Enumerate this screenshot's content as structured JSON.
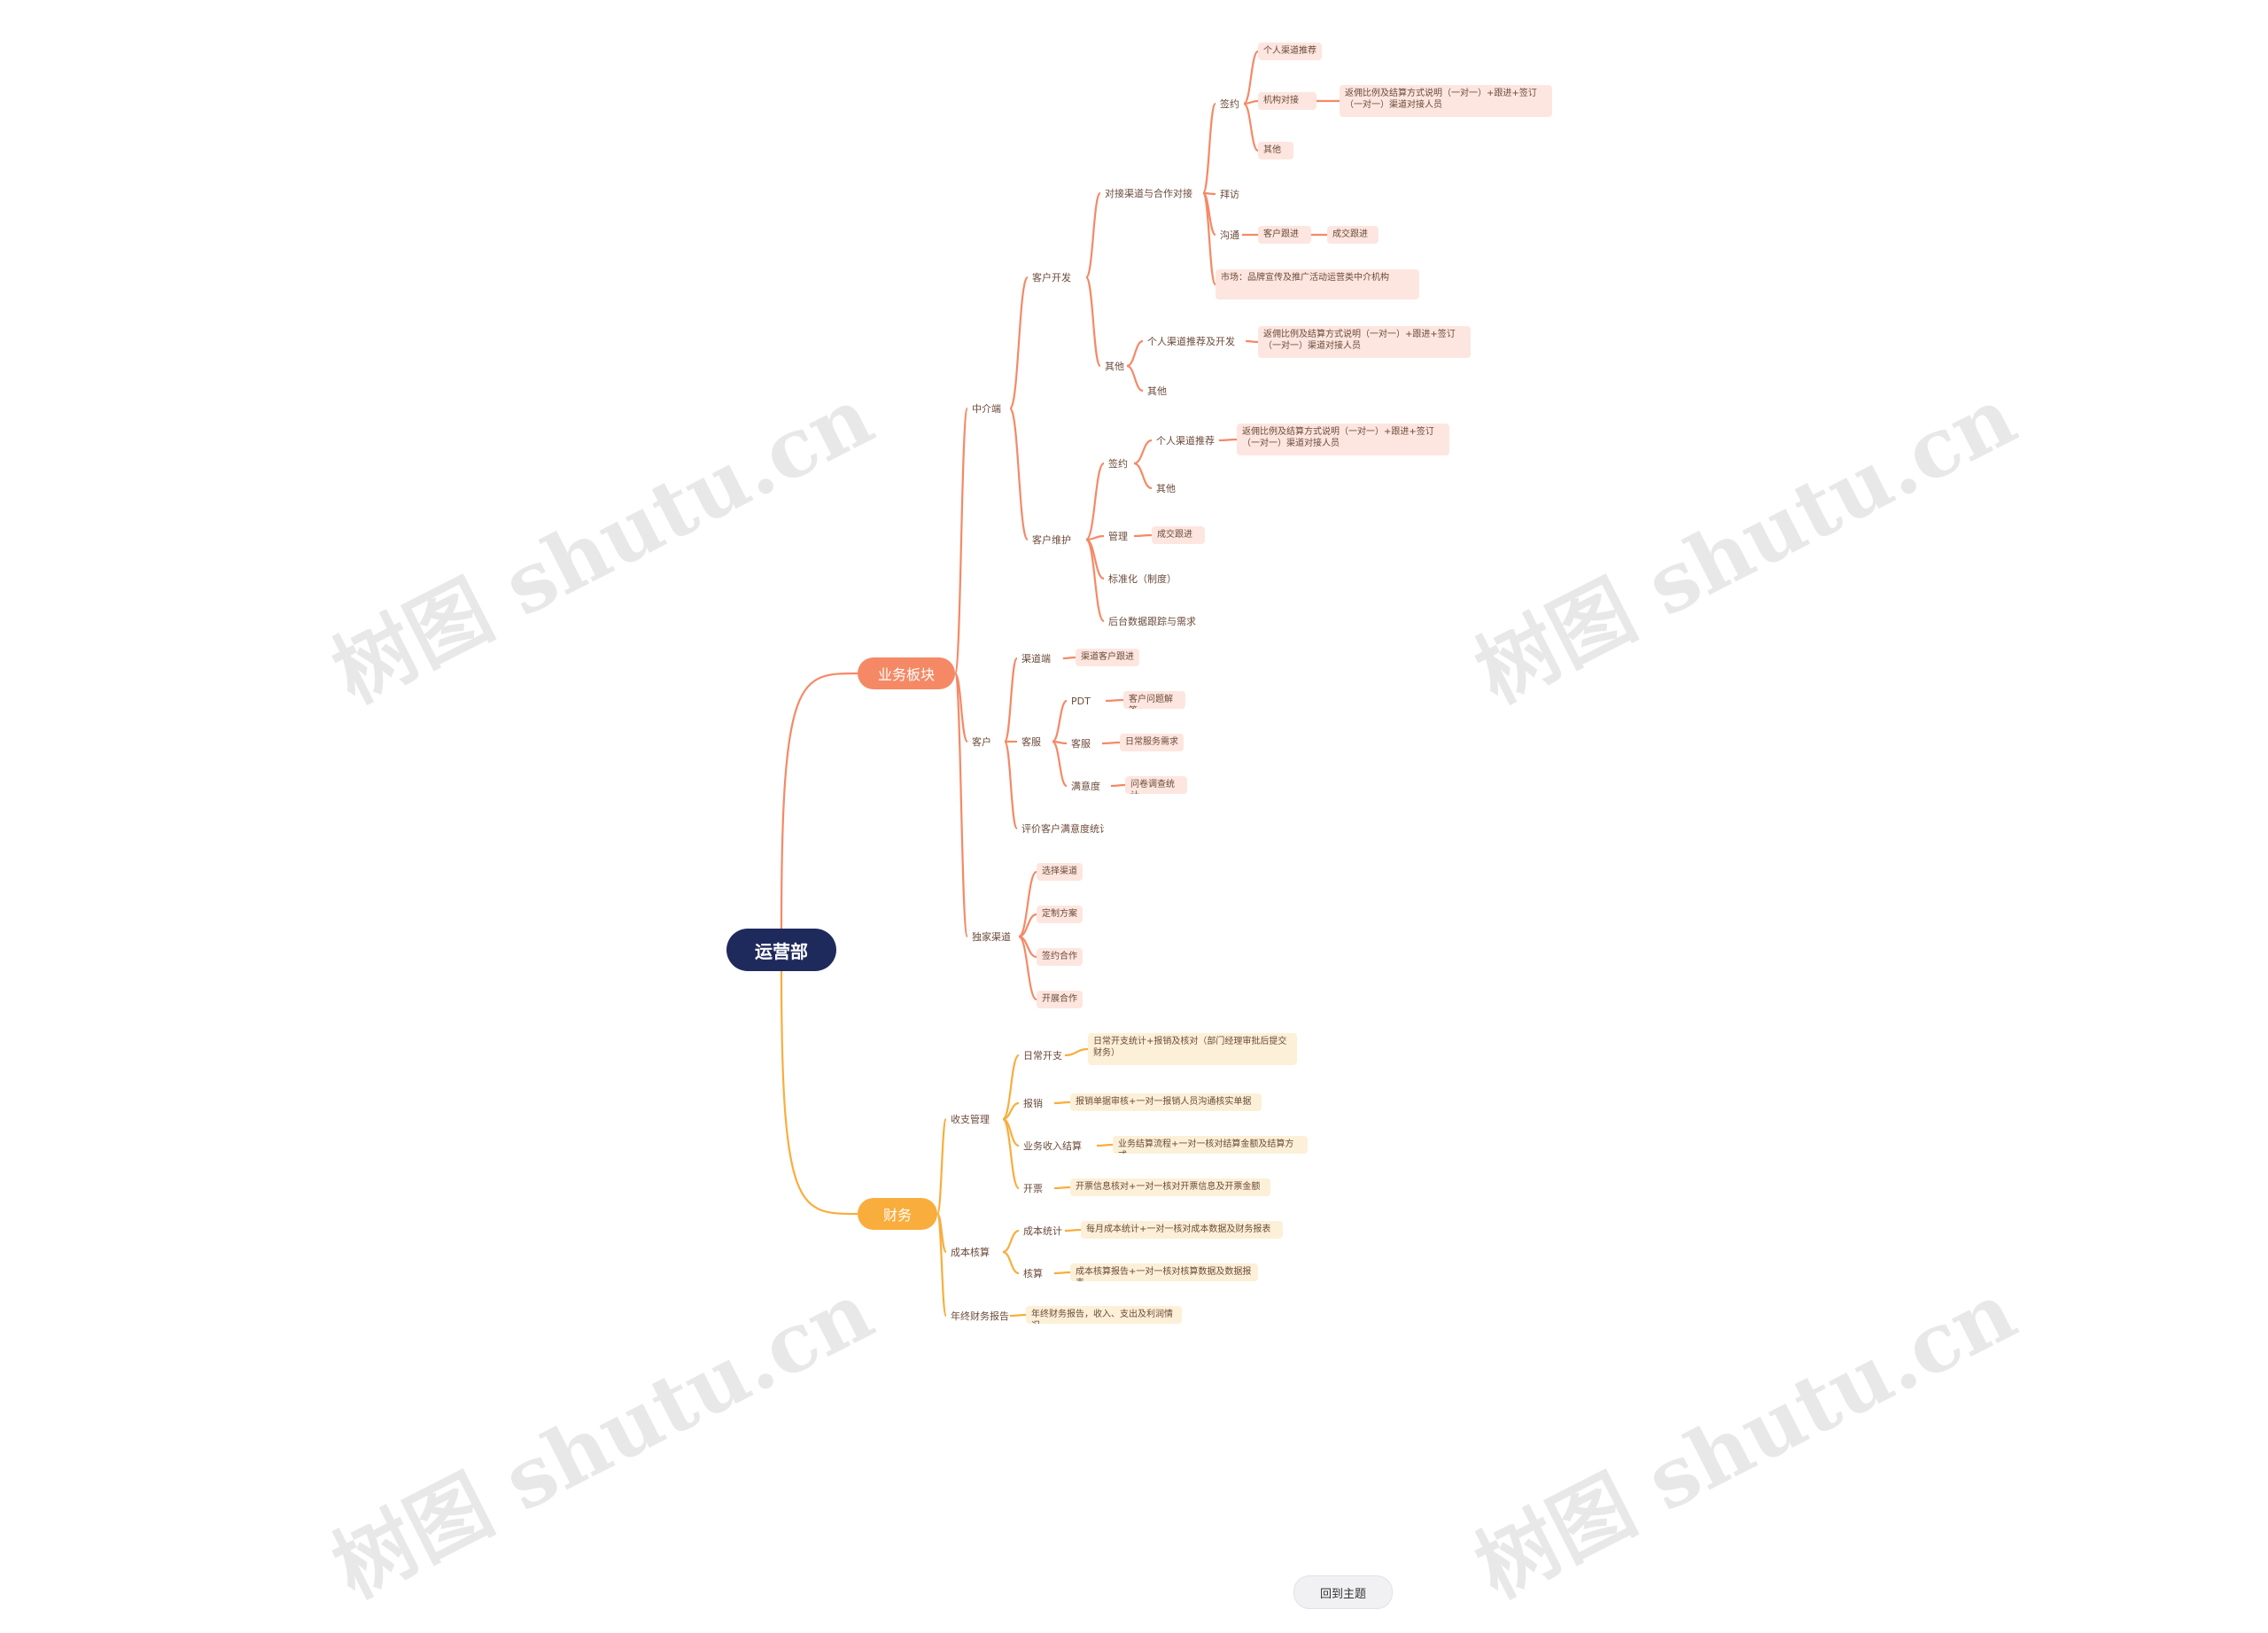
{
  "mindmap": {
    "root": "运营部",
    "nodes": [
      {
        "id": "sales",
        "label": "业务板块",
        "color": "#f58966"
      },
      {
        "id": "fin",
        "label": "财务",
        "color": "#f9ad3d"
      },
      {
        "id": "s1",
        "label": "中介端"
      },
      {
        "id": "s2",
        "label": "客户"
      },
      {
        "id": "s3",
        "label": "独家渠道"
      },
      {
        "id": "s1a",
        "label": "客户开发"
      },
      {
        "id": "s1b",
        "label": "客户维护"
      },
      {
        "id": "s1a1",
        "label": "对接渠道与合作对接"
      },
      {
        "id": "s1a2",
        "label": "其他"
      },
      {
        "id": "s1a1a",
        "label": "签约"
      },
      {
        "id": "s1a1b",
        "label": "拜访"
      },
      {
        "id": "s1a1c",
        "label": "沟通"
      },
      {
        "id": "s1a1d",
        "label": "市场：品牌宣传及推广活动运营类中介机构"
      },
      {
        "id": "s1a1a1",
        "label": "个人渠道推荐"
      },
      {
        "id": "s1a1a2",
        "label": "机构对接"
      },
      {
        "id": "s1a1a3",
        "label": "其他"
      },
      {
        "id": "s1a1a2x",
        "label": "返佣比例及结算方式说明（一对一）+跟进+签订（一对一）渠道对接人员"
      },
      {
        "id": "s1a1c1",
        "label": "客户跟进"
      },
      {
        "id": "s1a1c2",
        "label": "成交跟进"
      },
      {
        "id": "s1a2a",
        "label": "个人渠道推荐及开发"
      },
      {
        "id": "s1a2b",
        "label": "其他"
      },
      {
        "id": "s1a2ax",
        "label": "返佣比例及结算方式说明（一对一）+跟进+签订（一对一）渠道对接人员"
      },
      {
        "id": "s1b1",
        "label": "签约"
      },
      {
        "id": "s1b2",
        "label": "管理"
      },
      {
        "id": "s1b3",
        "label": "标准化（制度）"
      },
      {
        "id": "s1b4",
        "label": "后台数据跟踪与需求"
      },
      {
        "id": "s1b1a",
        "label": "个人渠道推荐"
      },
      {
        "id": "s1b1b",
        "label": "其他"
      },
      {
        "id": "s1b1ax",
        "label": "返佣比例及结算方式说明（一对一）+跟进+签订（一对一）渠道对接人员"
      },
      {
        "id": "s1b2a",
        "label": "成交跟进"
      },
      {
        "id": "s2a",
        "label": "渠道端"
      },
      {
        "id": "s2b",
        "label": "客服"
      },
      {
        "id": "s2c",
        "label": "评价客户满意度统计"
      },
      {
        "id": "s2a1",
        "label": "渠道客户跟进"
      },
      {
        "id": "s2b1",
        "label": "PDT"
      },
      {
        "id": "s2b2",
        "label": "客服"
      },
      {
        "id": "s2b3",
        "label": "满意度"
      },
      {
        "id": "s2b1a",
        "label": "客户问题解答"
      },
      {
        "id": "s2b2a",
        "label": "日常服务需求"
      },
      {
        "id": "s2b3a",
        "label": "问卷调查统计"
      },
      {
        "id": "s3a",
        "label": "选择渠道"
      },
      {
        "id": "s3b",
        "label": "定制方案"
      },
      {
        "id": "s3c",
        "label": "签约合作"
      },
      {
        "id": "s3d",
        "label": "开展合作"
      },
      {
        "id": "f1",
        "label": "收支管理"
      },
      {
        "id": "f2",
        "label": "成本核算"
      },
      {
        "id": "f3",
        "label": "年终财务报告"
      },
      {
        "id": "f1a",
        "label": "日常开支"
      },
      {
        "id": "f1b",
        "label": "报销"
      },
      {
        "id": "f1c",
        "label": "业务收入结算"
      },
      {
        "id": "f1d",
        "label": "开票"
      },
      {
        "id": "f1ax",
        "label": "日常开支统计+报销及核对（部门经理审批后提交财务）"
      },
      {
        "id": "f1bx",
        "label": "报销单据审核+一对一报销人员沟通核实单据"
      },
      {
        "id": "f1cx",
        "label": "业务结算流程+一对一核对结算金额及结算方式"
      },
      {
        "id": "f1dx",
        "label": "开票信息核对+一对一核对开票信息及开票金额"
      },
      {
        "id": "f2a",
        "label": "成本统计"
      },
      {
        "id": "f2b",
        "label": "核算"
      },
      {
        "id": "f2ax",
        "label": "每月成本统计+一对一核对成本数据及财务报表"
      },
      {
        "id": "f2bx",
        "label": "成本核算报告+一对一核对核算数据及数据报表"
      },
      {
        "id": "f3x",
        "label": "年终财务报告，收入、支出及利润情况"
      }
    ]
  },
  "watermark": "树图 shutu.cn",
  "toolbar": {
    "button_label": "回到主题"
  }
}
